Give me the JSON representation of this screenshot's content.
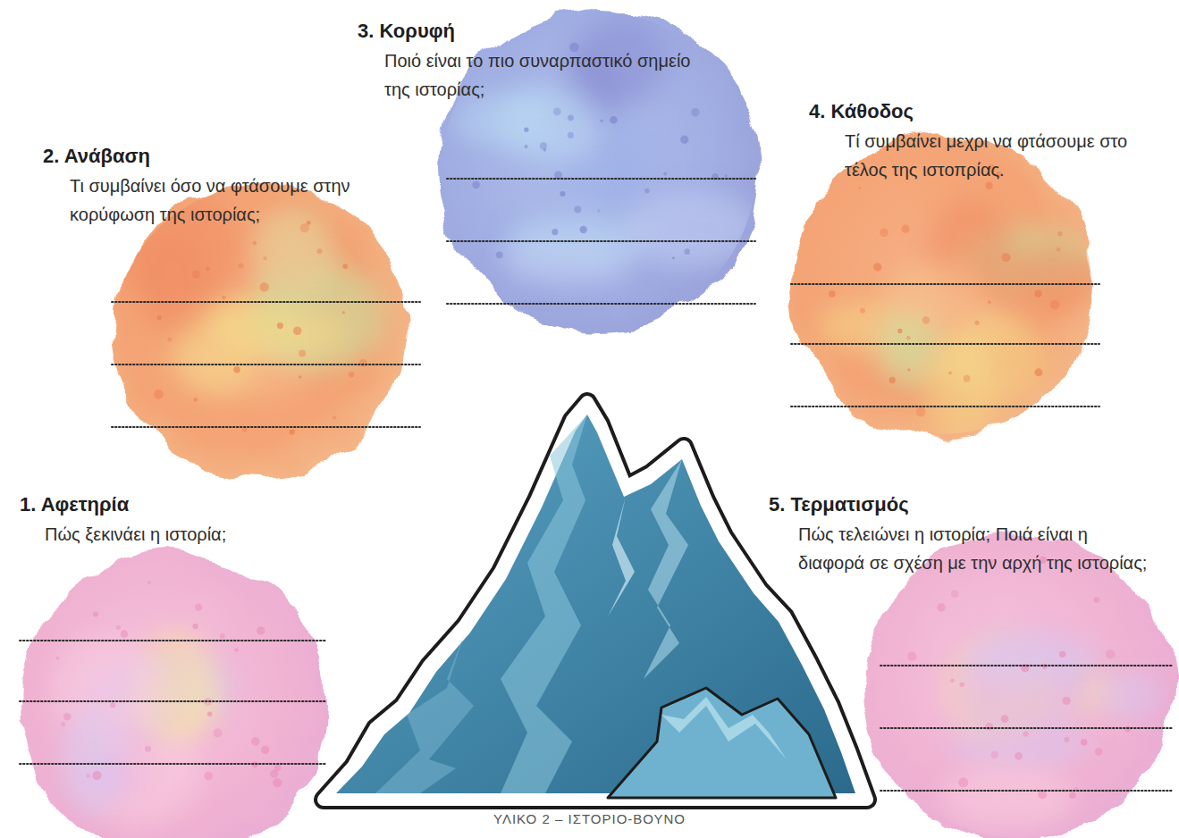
{
  "diagram": {
    "caption": "ΥΛΙΚΟ 2 – ΙΣΤΟΡΙΟ-ΒΟΥΝΟ",
    "nodes": [
      {
        "text": [
          "1. Αφετηρία",
          "Πώς ξεκινάει η ιστορία;"
        ]
      },
      {
        "text": [
          "2. Ανάβαση",
          "Τι συμβαίνει όσο να φτάσουμε στην κορύφωση της ιστορίας;"
        ]
      },
      {
        "text": [
          "3. Κορυφή",
          "Ποιό είναι το πιο συναρπαστικό σημείο της ιστορίας;"
        ]
      },
      {
        "text": [
          "4. Κάθοδος",
          "Τί συμβαίνει μεχρι να φτάσουμε στο τέλος της ιστοπρίας."
        ]
      },
      {
        "text": [
          "5. Τερματισμός",
          "Πώς τελειώνει η ιστορία; Ποιά είναι η διαφορά σε σχέση με την αρχή της ιστορίας;"
        ]
      }
    ]
  }
}
